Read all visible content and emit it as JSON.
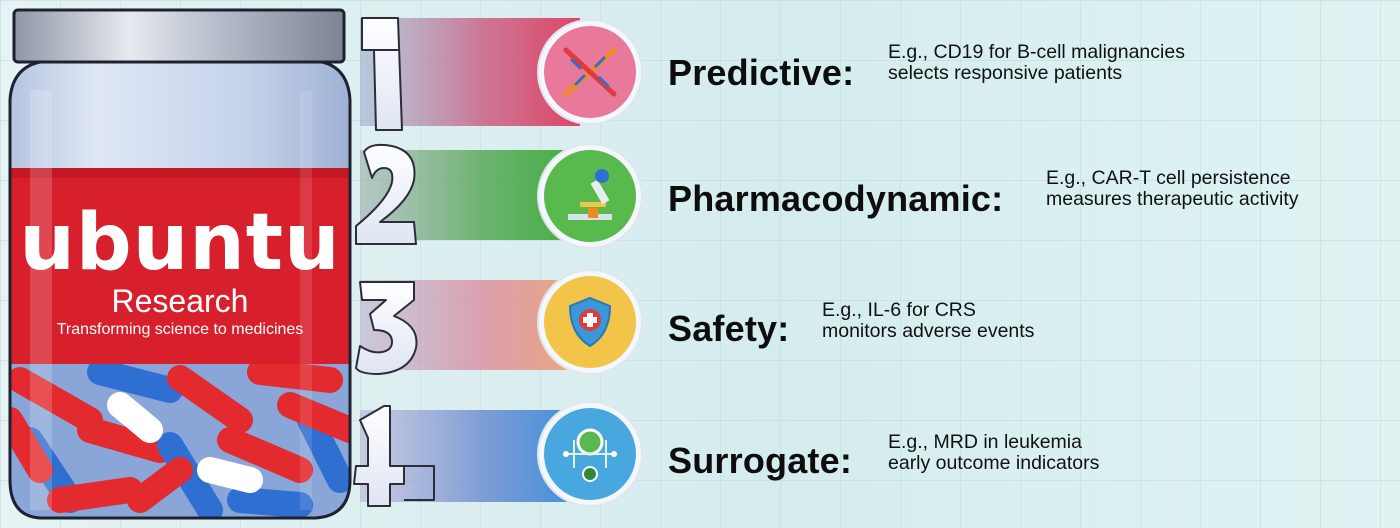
{
  "jar": {
    "brand": "ubuntu",
    "subtitle": "Research",
    "tagline": "Transforming science to medicines"
  },
  "items": [
    {
      "number": "1",
      "title": "Predictive:",
      "line1": "E.g., CD19 for B-cell malignancies",
      "line2": "selects responsive patients",
      "icon": "dna-icon",
      "circle_color": "#e8799a",
      "band_color": "#d94a6c"
    },
    {
      "number": "2",
      "title": "Pharmacodynamic:",
      "line1": "E.g., CAR-T cell persistence",
      "line2": "measures therapeutic activity",
      "icon": "microscope-icon",
      "circle_color": "#58b94c",
      "band_color": "#48ad3c"
    },
    {
      "number": "3",
      "title": "Safety:",
      "line1": "E.g., IL-6 for CRS",
      "line2": "monitors adverse events",
      "icon": "shield-icon",
      "circle_color": "#f2c44a",
      "band_color": "#e9b46c"
    },
    {
      "number": "4",
      "title": "Surrogate:",
      "line1": "E.g., MRD in leukemia",
      "line2": "early outcome indicators",
      "icon": "network-icon",
      "circle_color": "#49a7e0",
      "band_color": "#3a97d8"
    }
  ]
}
